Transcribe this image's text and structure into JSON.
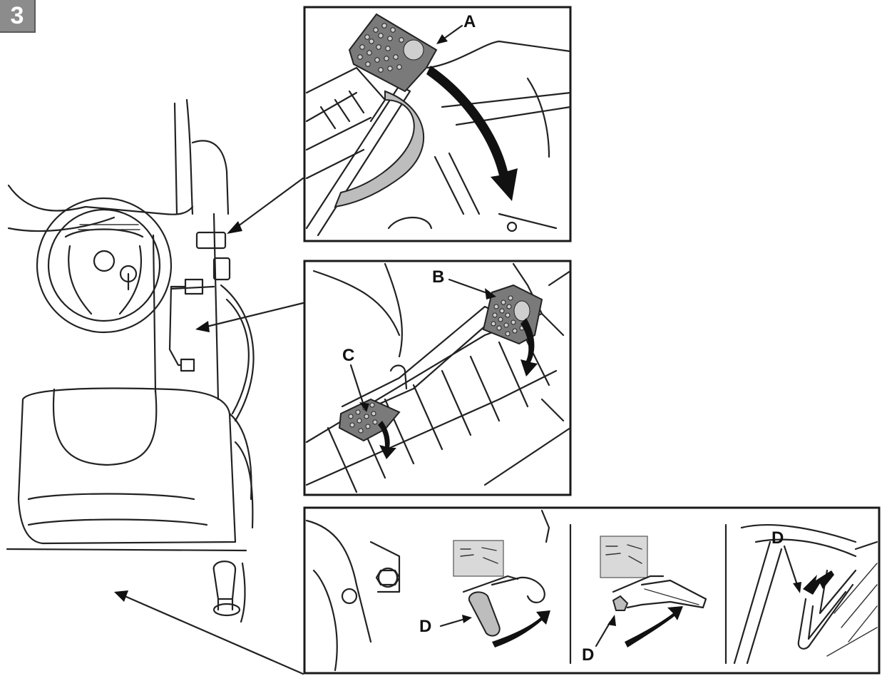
{
  "figure_number": "3",
  "labels": {
    "a": "A",
    "b": "B",
    "c": "C",
    "d1": "D",
    "d2": "D",
    "d3": "D"
  }
}
